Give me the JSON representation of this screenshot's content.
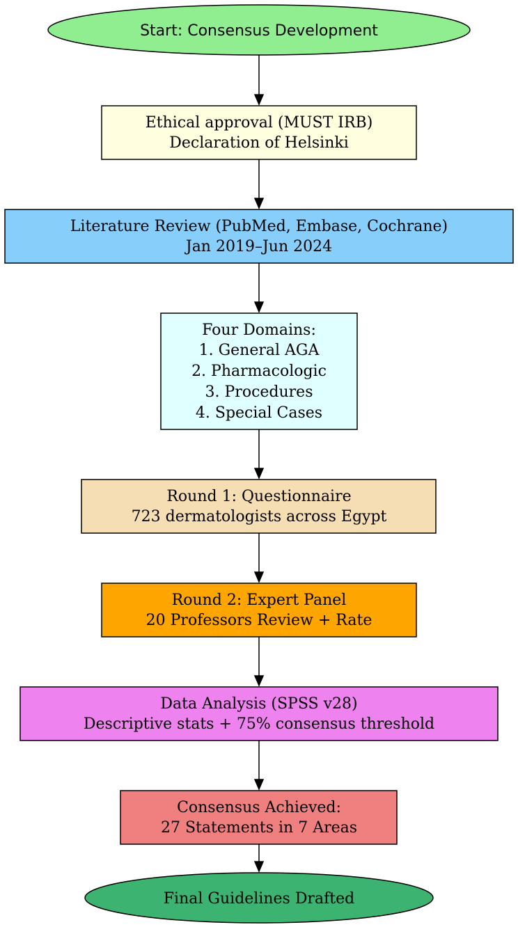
{
  "nodes": {
    "start": {
      "lines": [
        "Start: Consensus Development"
      ],
      "color": "#90ee90"
    },
    "ethics": {
      "lines": [
        "Ethical approval (MUST IRB)",
        "Declaration of Helsinki"
      ],
      "color": "#ffffe0"
    },
    "literature": {
      "lines": [
        "Literature Review (PubMed, Embase, Cochrane)",
        "Jan 2019–Jun 2024"
      ],
      "color": "#87cefa"
    },
    "domains": {
      "lines": [
        "Four Domains:",
        "1. General AGA",
        "2. Pharmacologic",
        "3. Procedures",
        "4. Special Cases"
      ],
      "color": "#e0ffff"
    },
    "round1": {
      "lines": [
        "Round 1: Questionnaire",
        "723 dermatologists across Egypt"
      ],
      "color": "#f5deb3"
    },
    "round2": {
      "lines": [
        "Round 2: Expert Panel",
        "20 Professors Review + Rate"
      ],
      "color": "#ffa500"
    },
    "analysis": {
      "lines": [
        "Data Analysis (SPSS v28)",
        "Descriptive stats + 75% consensus threshold"
      ],
      "color": "#ee82ee"
    },
    "consensus": {
      "lines": [
        "Consensus Achieved:",
        "27 Statements in 7 Areas"
      ],
      "color": "#f08080"
    },
    "final": {
      "lines": [
        "Final Guidelines Drafted"
      ],
      "color": "#3cb371"
    }
  }
}
